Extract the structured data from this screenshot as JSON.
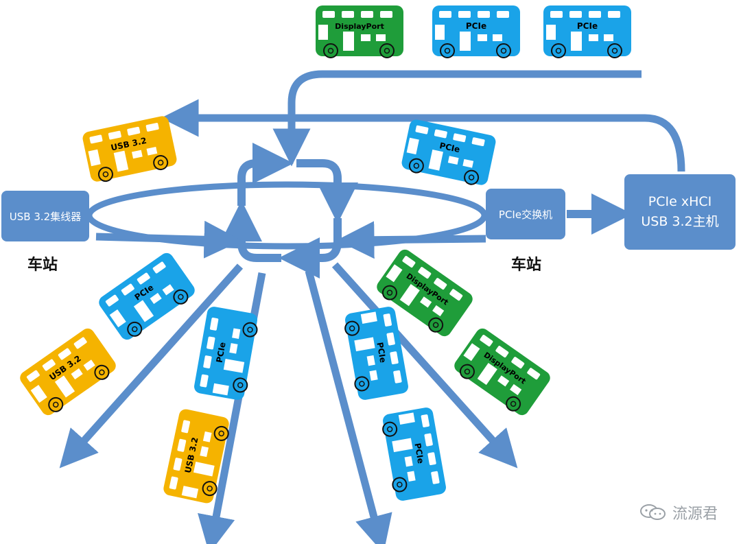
{
  "labels": {
    "hub": "USB 3.2集线器",
    "switch": "PCIe交换机",
    "host_line1": "PCIe xHCI",
    "host_line2": "USB 3.2主机",
    "station_left": "车站",
    "station_right": "车站",
    "watermark": "流源君"
  },
  "colors": {
    "arrow": "#5b8ecb",
    "box": "#5b8ecb",
    "usb": "#f5b300",
    "pcie": "#1aa3e8",
    "dp": "#1f9d3a"
  },
  "buses": [
    {
      "id": "bus-displayport-top",
      "protocol": "dp",
      "label": "DisplayPort"
    },
    {
      "id": "bus-pcie-top-1",
      "protocol": "pcie",
      "label": "PCIe"
    },
    {
      "id": "bus-pcie-top-2",
      "protocol": "pcie",
      "label": "PCIe"
    },
    {
      "id": "bus-usb-upper-left",
      "protocol": "usb",
      "label": "USB 3.2"
    },
    {
      "id": "bus-pcie-upper-right",
      "protocol": "pcie",
      "label": "PCIe"
    },
    {
      "id": "bus-pcie-left-1",
      "protocol": "pcie",
      "label": "PCIe"
    },
    {
      "id": "bus-usb-left",
      "protocol": "usb",
      "label": "USB 3.2"
    },
    {
      "id": "bus-pcie-left-2",
      "protocol": "pcie",
      "label": "PCIe"
    },
    {
      "id": "bus-usb-bottom",
      "protocol": "usb",
      "label": "USB 3.2"
    },
    {
      "id": "bus-pcie-bottom-1",
      "protocol": "pcie",
      "label": "PCIe"
    },
    {
      "id": "bus-pcie-bottom-2",
      "protocol": "pcie",
      "label": "PCIe"
    },
    {
      "id": "bus-dp-right-1",
      "protocol": "dp",
      "label": "DisplayPort"
    },
    {
      "id": "bus-dp-right-2",
      "protocol": "dp",
      "label": "DisplayPort"
    }
  ]
}
